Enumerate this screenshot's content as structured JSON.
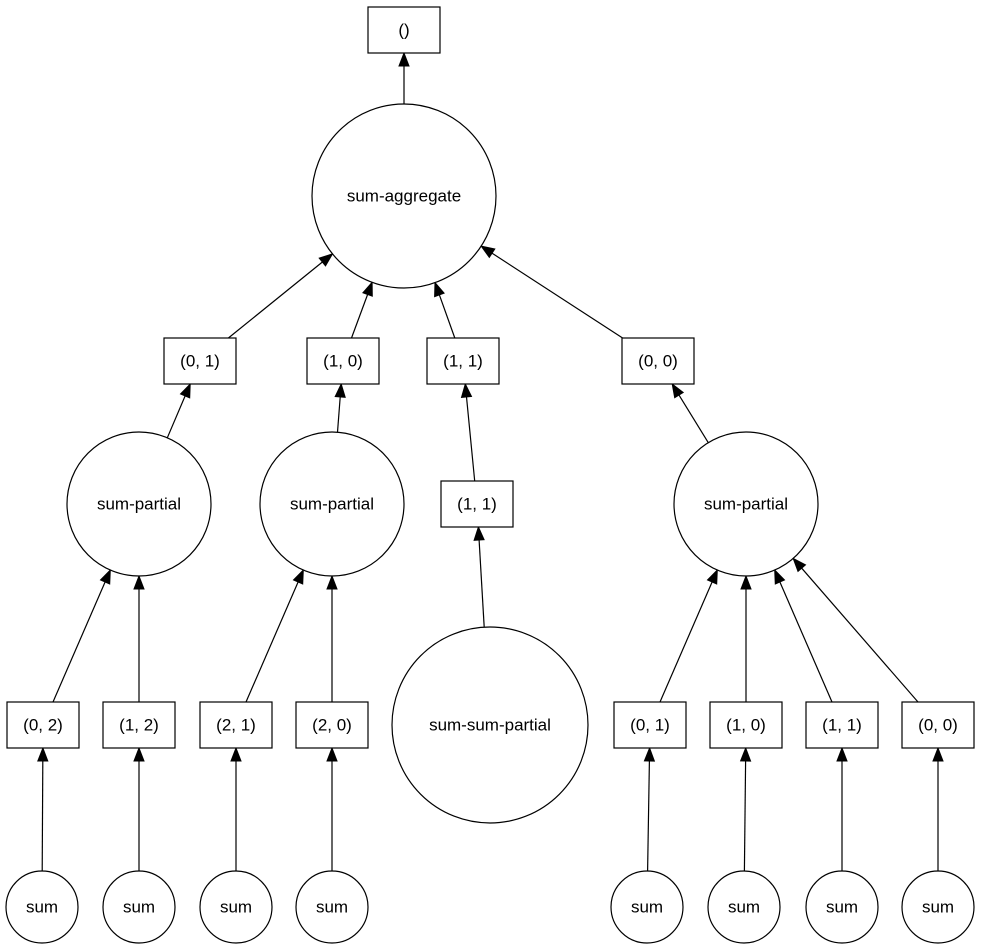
{
  "graph": {
    "nodes": [
      {
        "id": "root",
        "label": "()",
        "shape": "box"
      },
      {
        "id": "agg",
        "label": "sum-aggregate",
        "shape": "circle"
      },
      {
        "id": "k01",
        "label": "(0, 1)",
        "shape": "box"
      },
      {
        "id": "k10",
        "label": "(1, 0)",
        "shape": "box"
      },
      {
        "id": "k11",
        "label": "(1, 1)",
        "shape": "box"
      },
      {
        "id": "k00",
        "label": "(0, 0)",
        "shape": "box"
      },
      {
        "id": "sp1",
        "label": "sum-partial",
        "shape": "circle"
      },
      {
        "id": "sp2",
        "label": "sum-partial",
        "shape": "circle"
      },
      {
        "id": "k11b",
        "label": "(1, 1)",
        "shape": "box"
      },
      {
        "id": "sp3",
        "label": "sum-partial",
        "shape": "circle"
      },
      {
        "id": "k02",
        "label": "(0, 2)",
        "shape": "box"
      },
      {
        "id": "k12",
        "label": "(1, 2)",
        "shape": "box"
      },
      {
        "id": "k21",
        "label": "(2, 1)",
        "shape": "box"
      },
      {
        "id": "k20",
        "label": "(2, 0)",
        "shape": "box"
      },
      {
        "id": "ssp",
        "label": "sum-sum-partial",
        "shape": "circle"
      },
      {
        "id": "k01c",
        "label": "(0, 1)",
        "shape": "box"
      },
      {
        "id": "k10c",
        "label": "(1, 0)",
        "shape": "box"
      },
      {
        "id": "k11c",
        "label": "(1, 1)",
        "shape": "box"
      },
      {
        "id": "k00c",
        "label": "(0, 0)",
        "shape": "box"
      },
      {
        "id": "s1",
        "label": "sum",
        "shape": "circle"
      },
      {
        "id": "s2",
        "label": "sum",
        "shape": "circle"
      },
      {
        "id": "s3",
        "label": "sum",
        "shape": "circle"
      },
      {
        "id": "s4",
        "label": "sum",
        "shape": "circle"
      },
      {
        "id": "s5",
        "label": "sum",
        "shape": "circle"
      },
      {
        "id": "s6",
        "label": "sum",
        "shape": "circle"
      },
      {
        "id": "s7",
        "label": "sum",
        "shape": "circle"
      },
      {
        "id": "s8",
        "label": "sum",
        "shape": "circle"
      }
    ],
    "edges": [
      {
        "from": "agg",
        "to": "root"
      },
      {
        "from": "k01",
        "to": "agg"
      },
      {
        "from": "k10",
        "to": "agg"
      },
      {
        "from": "k11",
        "to": "agg"
      },
      {
        "from": "k00",
        "to": "agg"
      },
      {
        "from": "sp1",
        "to": "k01"
      },
      {
        "from": "sp2",
        "to": "k10"
      },
      {
        "from": "k11b",
        "to": "k11"
      },
      {
        "from": "sp3",
        "to": "k00"
      },
      {
        "from": "k02",
        "to": "sp1"
      },
      {
        "from": "k12",
        "to": "sp1"
      },
      {
        "from": "k21",
        "to": "sp2"
      },
      {
        "from": "k20",
        "to": "sp2"
      },
      {
        "from": "ssp",
        "to": "k11b"
      },
      {
        "from": "k01c",
        "to": "sp3"
      },
      {
        "from": "k10c",
        "to": "sp3"
      },
      {
        "from": "k11c",
        "to": "sp3"
      },
      {
        "from": "k00c",
        "to": "sp3"
      },
      {
        "from": "s1",
        "to": "k02"
      },
      {
        "from": "s2",
        "to": "k12"
      },
      {
        "from": "s3",
        "to": "k21"
      },
      {
        "from": "s4",
        "to": "k20"
      },
      {
        "from": "s5",
        "to": "k01c"
      },
      {
        "from": "s6",
        "to": "k10c"
      },
      {
        "from": "s7",
        "to": "k11c"
      },
      {
        "from": "s8",
        "to": "k00c"
      }
    ]
  }
}
